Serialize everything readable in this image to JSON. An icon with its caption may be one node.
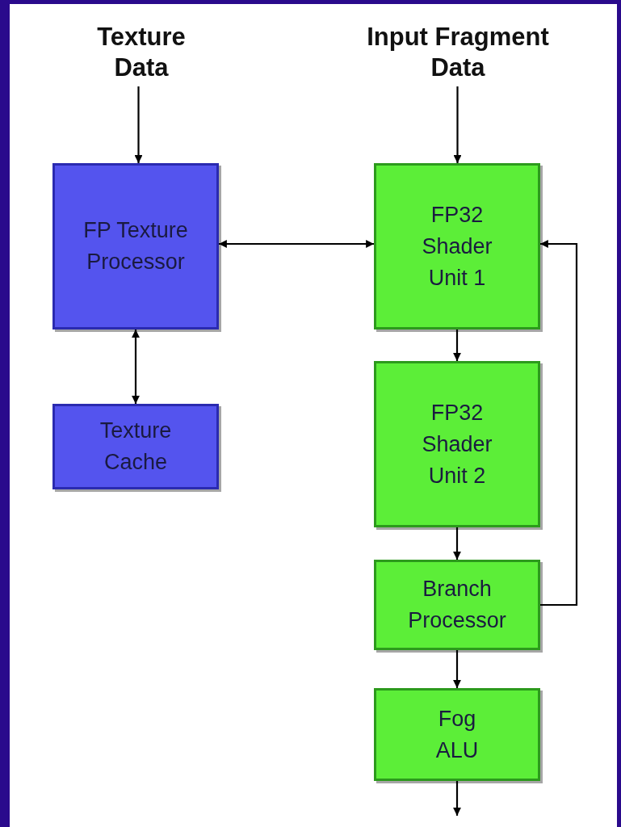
{
  "diagram": {
    "nodes": [
      {
        "text": [
          "Texture Data"
        ]
      },
      {
        "text": [
          "Input Fragment Data"
        ]
      },
      {
        "text": [
          "FP Texture Processor"
        ]
      },
      {
        "text": [
          "Texture Cache"
        ]
      },
      {
        "text": [
          "FP32 Shader Unit 1"
        ]
      },
      {
        "text": [
          "FP32 Shader Unit 2"
        ]
      },
      {
        "text": [
          "Branch Processor"
        ]
      },
      {
        "text": [
          "Fog ALU"
        ]
      }
    ],
    "edges": [
      {
        "from": 0,
        "to": 2,
        "arrow": "to"
      },
      {
        "from": 1,
        "to": 4,
        "arrow": "to"
      },
      {
        "from": 2,
        "to": 4,
        "arrow": "both"
      },
      {
        "from": 2,
        "to": 3,
        "arrow": "both"
      },
      {
        "from": 4,
        "to": 5,
        "arrow": "to"
      },
      {
        "from": 5,
        "to": 6,
        "arrow": "to"
      },
      {
        "from": 6,
        "to": 4,
        "arrow": "to"
      },
      {
        "from": 6,
        "to": 7,
        "arrow": "to"
      },
      {
        "from": 7,
        "to": null,
        "arrow": "to"
      }
    ]
  }
}
